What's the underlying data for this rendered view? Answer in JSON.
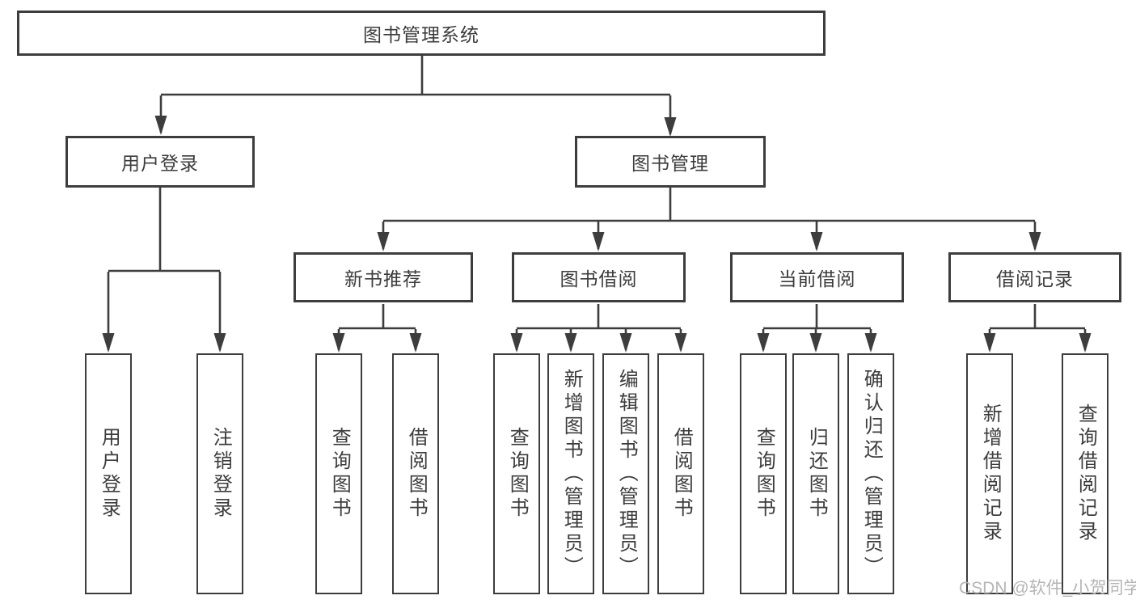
{
  "diagram": {
    "title": "图书管理系统",
    "colors": {
      "line": "#3d3d3d",
      "text": "#3c3c3c",
      "background": "#ffffff",
      "watermark": "#b5b5b5"
    },
    "watermark": "CSDN @软件_小贺同学",
    "nodes": {
      "root": {
        "label": "图书管理系统"
      },
      "user_login": {
        "label": "用户登录"
      },
      "book_mgmt": {
        "label": "图书管理"
      },
      "new_books": {
        "label": "新书推荐"
      },
      "book_borrow": {
        "label": "图书借阅"
      },
      "current_borrow": {
        "label": "当前借阅"
      },
      "borrow_records": {
        "label": "借阅记录"
      },
      "ul_login": {
        "label": "用户登录"
      },
      "ul_logout": {
        "label": "注销登录"
      },
      "nb_query": {
        "label": "查询图书"
      },
      "nb_borrow": {
        "label": "借阅图书"
      },
      "bb_query": {
        "label": "查询图书"
      },
      "bb_add": {
        "label": "新增图书（管理员）"
      },
      "bb_edit": {
        "label": "编辑图书（管理员）"
      },
      "bb_borrow": {
        "label": "借阅图书"
      },
      "cb_query": {
        "label": "查询图书"
      },
      "cb_return": {
        "label": "归还图书"
      },
      "cb_confirm": {
        "label": "确认归还（管理员）"
      },
      "br_add": {
        "label": "新增借阅记录"
      },
      "br_query": {
        "label": "查询借阅记录"
      }
    }
  }
}
